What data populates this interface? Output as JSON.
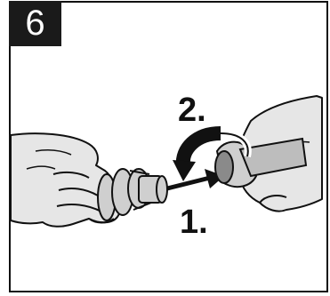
{
  "step": {
    "number": "6"
  },
  "illustration": {
    "description_icons": [
      "left-hand-icon",
      "right-hand-icon",
      "nozzle-icon",
      "rotate-arrow-icon",
      "push-arrow-icon"
    ],
    "labels": {
      "rotate": "2.",
      "push": "1."
    }
  },
  "colors": {
    "outline": "#111111",
    "hand_fill": "#e6e6e6",
    "badge": "#1a1a1a",
    "part_fill": "#cfcfcf"
  }
}
